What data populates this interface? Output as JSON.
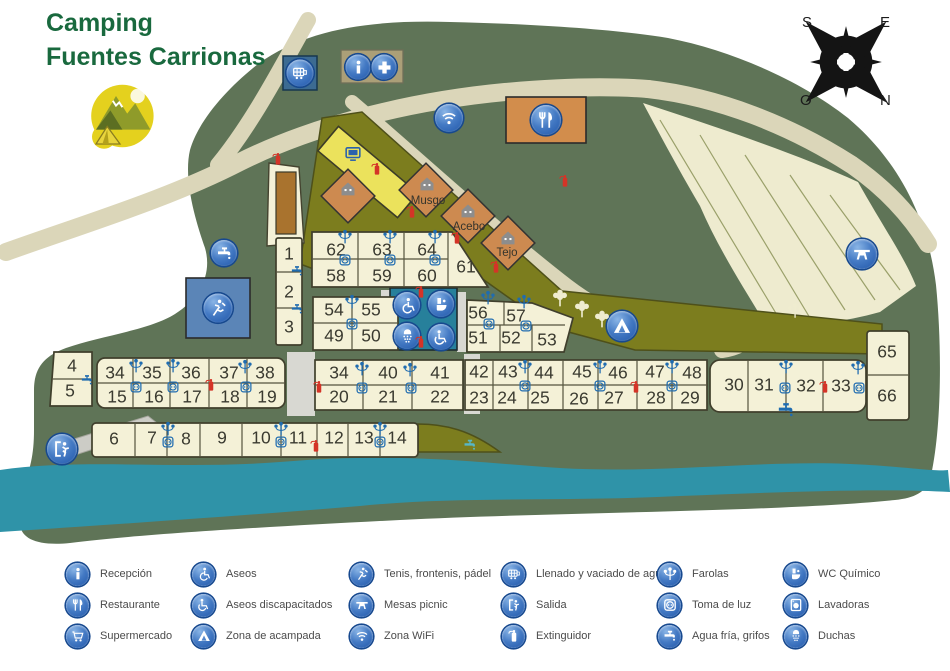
{
  "title": {
    "line1": "Camping",
    "line2": "Fuentes Carrionas"
  },
  "compass": {
    "top_left": "S",
    "top_right": "E",
    "bottom_left": "O",
    "bottom_right": "N"
  },
  "map": {
    "area_labels": [
      "Musgo",
      "Acebo",
      "Tejo"
    ],
    "plots": {
      "upper_top": [
        "62",
        "63",
        "64"
      ],
      "upper_bottom": [
        "58",
        "59",
        "60"
      ],
      "upper_right": [
        "61"
      ],
      "left_column": [
        "1",
        "2",
        "3"
      ],
      "mid_a_top": [
        "54",
        "55"
      ],
      "mid_a_bottom": [
        "49",
        "50"
      ],
      "mid_b_top": [
        "56",
        "57"
      ],
      "mid_b_bottom": [
        "51",
        "52",
        "53"
      ],
      "left_pair": [
        "4",
        "5"
      ],
      "row1_top": [
        "34",
        "35",
        "36",
        "37",
        "38"
      ],
      "row1_bottom": [
        "15",
        "16",
        "17",
        "18",
        "19"
      ],
      "row2_top": [
        "34",
        "40",
        "41"
      ],
      "row2_bottom": [
        "20",
        "21",
        "22"
      ],
      "row3_top": [
        "42",
        "43",
        "44",
        "45",
        "46",
        "47",
        "48"
      ],
      "row3_bottom": [
        "23",
        "24",
        "25",
        "26",
        "27",
        "28",
        "29"
      ],
      "row4": [
        "30",
        "31",
        "32",
        "33"
      ],
      "right_column": [
        "65",
        "66"
      ],
      "bottom_row": [
        "6",
        "7",
        "8",
        "9",
        "10",
        "11",
        "12",
        "13",
        "14"
      ]
    }
  },
  "legend": {
    "columns": [
      [
        {
          "icon": "info-icon",
          "label": "Recepción"
        },
        {
          "icon": "restaurant-icon",
          "label": "Restaurante"
        },
        {
          "icon": "cart-icon",
          "label": "Supermercado"
        }
      ],
      [
        {
          "icon": "wheelchair-icon",
          "label": "Aseos"
        },
        {
          "icon": "accessible-wc-icon",
          "label": "Aseos discapacitados"
        },
        {
          "icon": "tent-icon",
          "label": "Zona de acampada"
        }
      ],
      [
        {
          "icon": "tennis-icon",
          "label": "Tenis, frontenis, pádel"
        },
        {
          "icon": "picnic-table-icon",
          "label": "Mesas picnic"
        },
        {
          "icon": "wifi-icon",
          "label": "Zona WiFi"
        }
      ],
      [
        {
          "icon": "water-fill-icon",
          "label": "Llenado y vaciado de agua"
        },
        {
          "icon": "exit-icon",
          "label": "Salida"
        },
        {
          "icon": "extinguisher-icon",
          "label": "Extinguidor"
        }
      ],
      [
        {
          "icon": "lamp-icon",
          "label": "Farolas"
        },
        {
          "icon": "outlet-icon",
          "label": "Toma de luz"
        },
        {
          "icon": "tap-icon",
          "label": "Agua fría, grifos"
        }
      ],
      [
        {
          "icon": "chemical-wc-icon",
          "label": "WC Químico"
        },
        {
          "icon": "washer-icon",
          "label": "Lavadoras"
        },
        {
          "icon": "shower-icon",
          "label": "Duchas"
        }
      ]
    ]
  },
  "colors": {
    "map_green": "#5f7457",
    "road": "#dbd6b9",
    "river": "#2f93a8",
    "plot_fill": "#f4f1d7",
    "olive_zone": "#7c7d1e",
    "icon_blue": "#2a62b4",
    "title_green": "#19693e",
    "restaurant_orange": "#d28d4c",
    "sanitary_teal": "#27809b",
    "court_blue": "#5b85b7",
    "building_yellow": "#ebe25c",
    "bungalow_orange": "#cd8a50",
    "extinguisher_red": "#d43427"
  }
}
